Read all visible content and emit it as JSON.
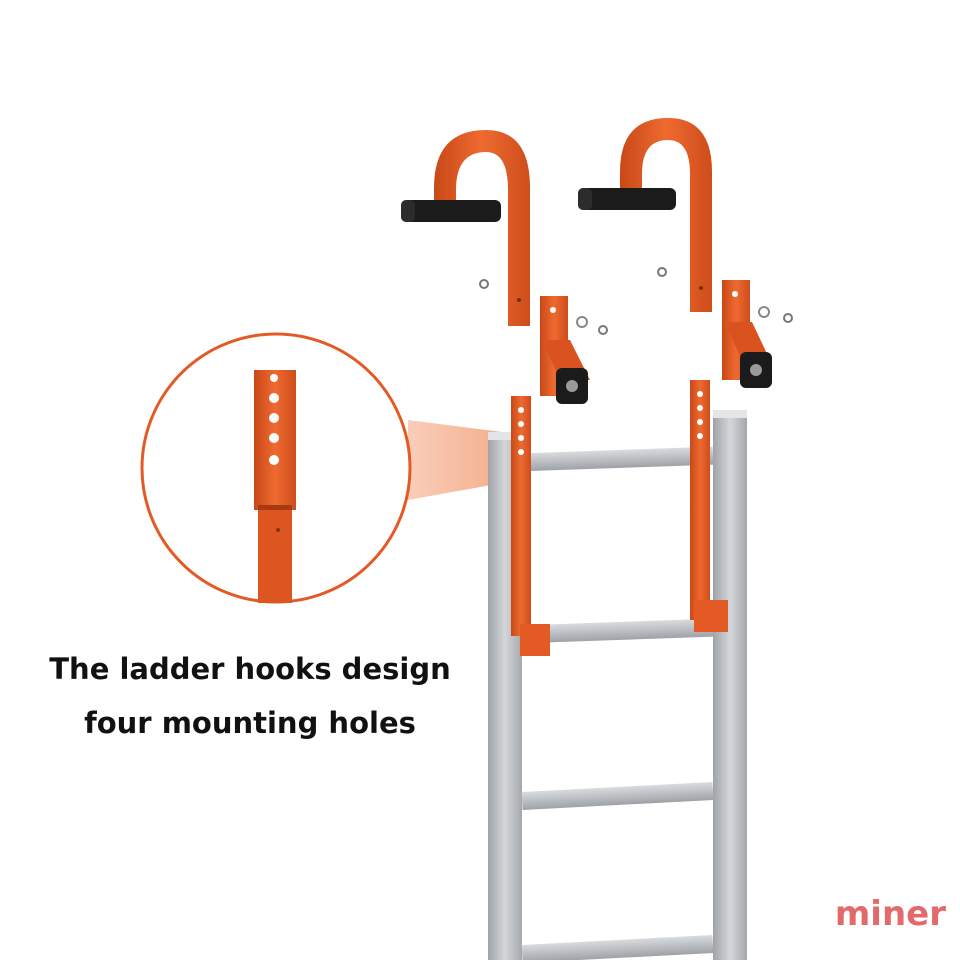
{
  "caption": {
    "line1": "The ladder hooks design",
    "line2": "four mounting holes"
  },
  "watermark": "miner",
  "colors": {
    "hook_orange": "#e45a25",
    "ladder_gray": "#b9bcbf",
    "grip_black": "#1b1b1b",
    "text": "#111111",
    "watermark": "#e26a6a"
  },
  "icons": [
    "ladder-hook",
    "ladder",
    "magnifier-callout"
  ]
}
